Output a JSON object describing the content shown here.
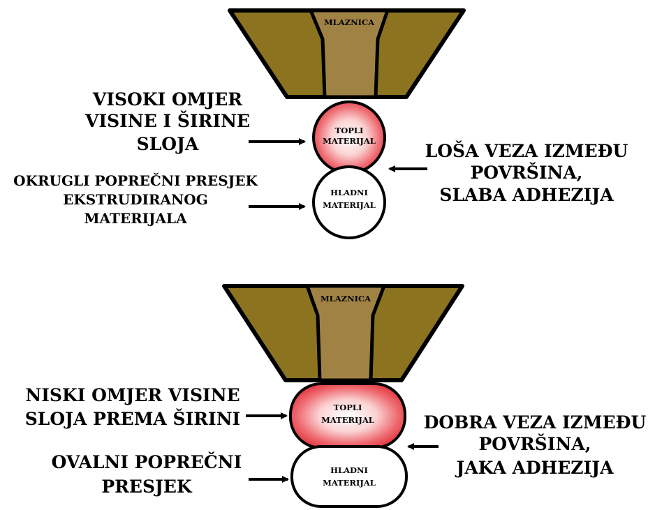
{
  "colors": {
    "nozzle_outer": "#8b7320",
    "nozzle_channel": "#a08344",
    "outline": "#000000",
    "hot_material_edge": "#e8404a",
    "hot_material_center": "#ffffff",
    "cold_material": "#ffffff"
  },
  "top_panel": {
    "nozzle_label": "MLAZNICA",
    "hot_label_line1": "TOPLI",
    "hot_label_line2": "MATERIJAL",
    "cold_label_line1": "HLADNI",
    "cold_label_line2": "MATERIJAL",
    "left_upper_text": [
      "VISOKI OMJER",
      "VISINE I ŠIRINE",
      "SLOJA"
    ],
    "left_lower_text": [
      "OKRUGLI POPREČNI PRESJEK",
      "EKSTRUDIRANOG",
      "MATERIJALA"
    ],
    "right_text": [
      "LOŠA VEZA IZMEĐU",
      "POVRŠINA,",
      "SLABA ADHEZIJA"
    ]
  },
  "bottom_panel": {
    "nozzle_label": "MLAZNICA",
    "hot_label_line1": "TOPLI",
    "hot_label_line2": "MATERIJAL",
    "cold_label_line1": "HLADNI",
    "cold_label_line2": "MATERIJAL",
    "left_upper_text": [
      "NISKI OMJER VISINE",
      "SLOJA PREMA ŠIRINI"
    ],
    "left_lower_text": [
      "OVALNI POPREČNI",
      "PRESJEK"
    ],
    "right_text": [
      "DOBRA VEZA IZMEĐU",
      "POVRŠINA,",
      "JAKA ADHEZIJA"
    ]
  },
  "icons": [
    "arrow-right-icon",
    "arrow-left-icon"
  ]
}
